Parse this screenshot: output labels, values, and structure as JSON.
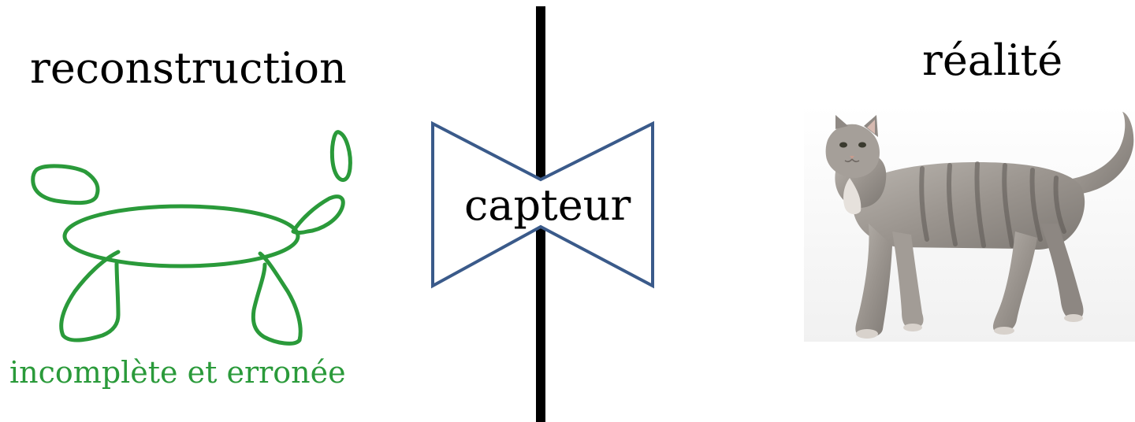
{
  "left": {
    "title": "reconstruction",
    "caption": "incomplète et erronée",
    "sketch_color": "#2a9a3a"
  },
  "center": {
    "sensor_label": "capteur",
    "sensor_color": "#3a5a8a",
    "divider_color": "#000000"
  },
  "right": {
    "title": "réalité",
    "photo_subject": "cat-icon"
  }
}
